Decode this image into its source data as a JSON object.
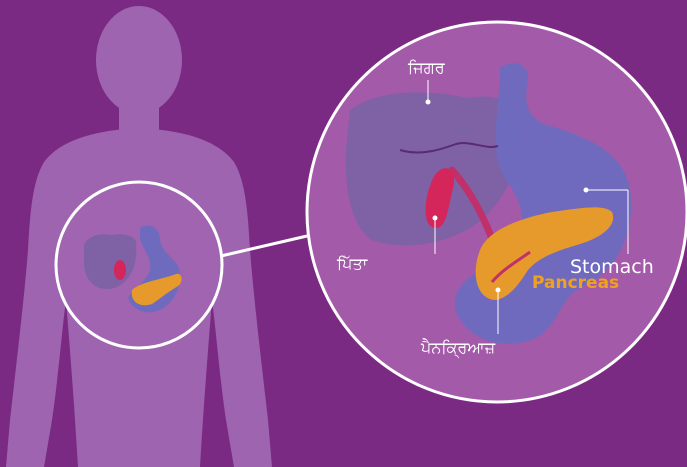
{
  "labels": {
    "liver": "ਜਿਗਰ",
    "gallbladder": "ਪਿੱਤਾ",
    "stomach": "Stomach",
    "pancreas_en": "Pancreas",
    "pancreas_pa": "ਪੈਨਕ੍ਰਿਆਜ਼"
  },
  "colors": {
    "background": "#7b2a84",
    "body_silhouette": "#9e64b0",
    "liver": "#7f61a6",
    "stomach": "#6e6bbf",
    "gallbladder": "#d4265a",
    "pancreas": "#e69a2c",
    "pancreas_label": "#f0a21e",
    "callout_ring": "#ffffff"
  }
}
